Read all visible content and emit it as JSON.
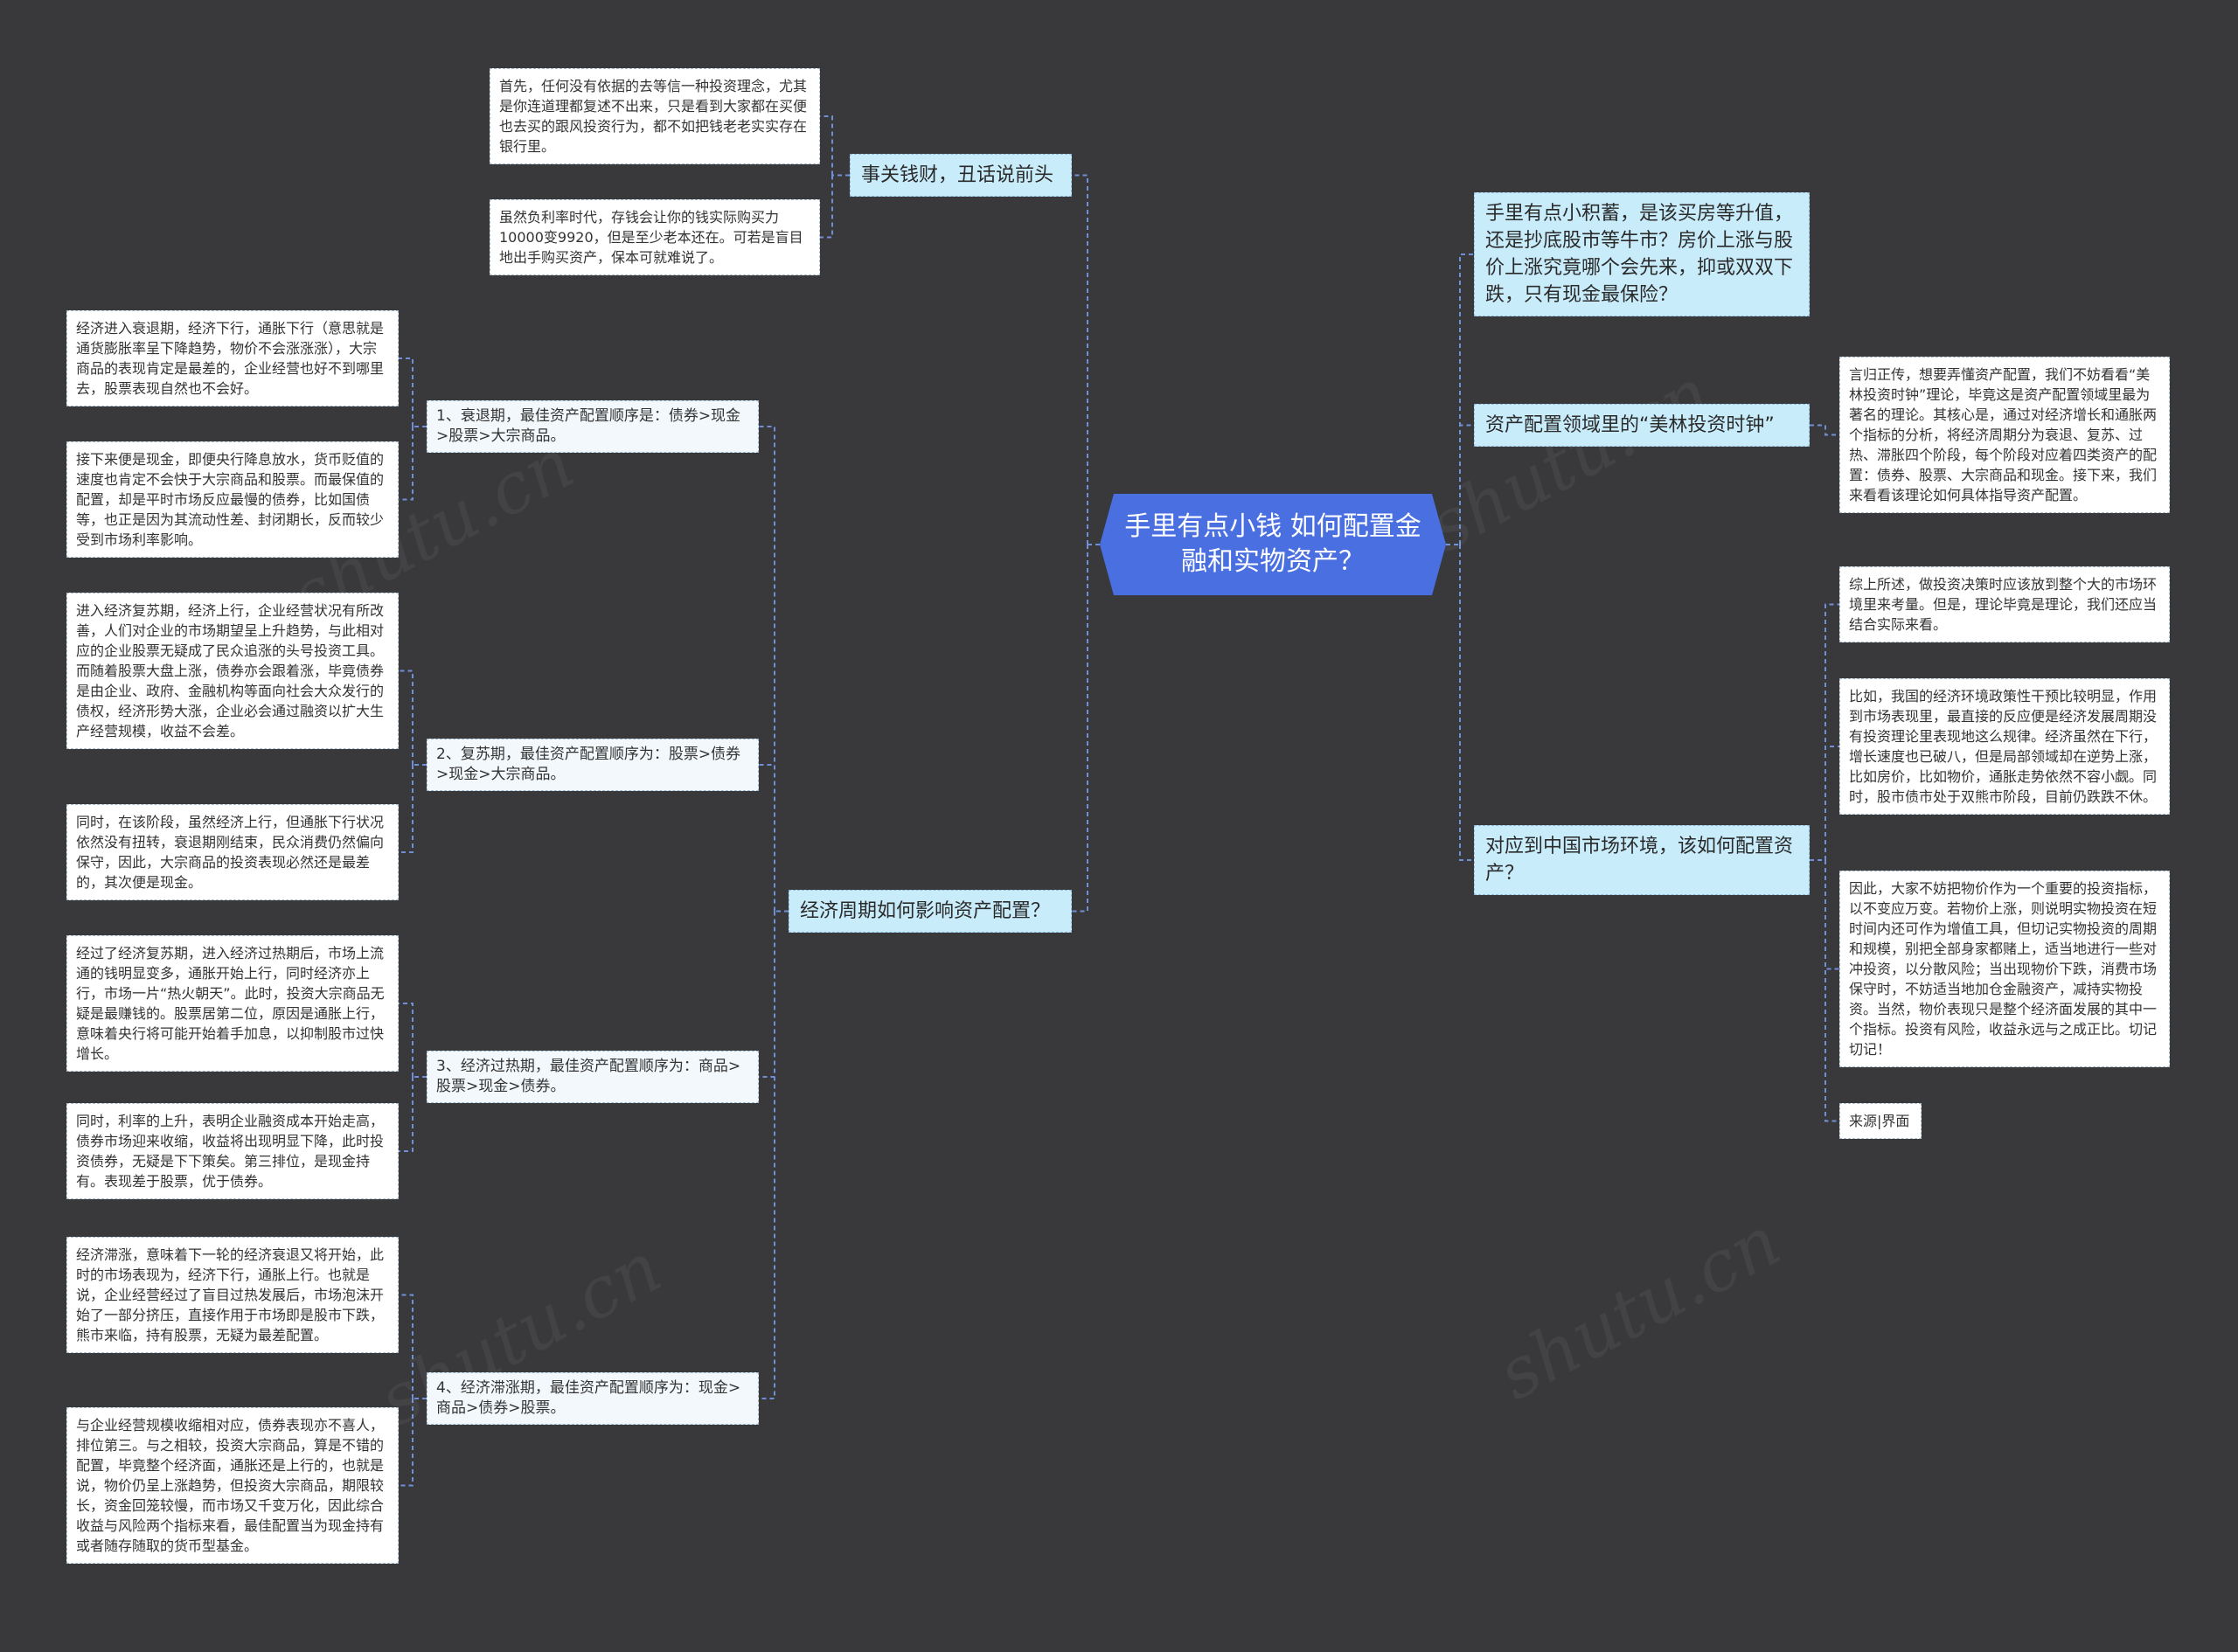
{
  "root": {
    "title": "手里有点小钱 如何配置金融和实物资产？"
  },
  "left": {
    "topic1": {
      "label": "事关钱财，丑话说前头",
      "notes": [
        "首先，任何没有依据的去等信一种投资理念，尤其是你连道理都复述不出来，只是看到大家都在买便也去买的跟风投资行为，都不如把钱老老实实存在银行里。",
        "虽然负利率时代，存钱会让你的钱实际购买力10000变9920，但是至少老本还在。可若是盲目地出手购买资产，保本可就难说了。"
      ]
    },
    "topic2": {
      "label": "经济周期如何影响资产配置？",
      "phases": [
        {
          "label": "1、衰退期，最佳资产配置顺序是：债券>现金>股票>大宗商品。",
          "notes": [
            "经济进入衰退期，经济下行，通胀下行（意思就是通货膨胀率呈下降趋势，物价不会涨涨涨），大宗商品的表现肯定是最差的，企业经营也好不到哪里去，股票表现自然也不会好。",
            "接下来便是现金，即便央行降息放水，货币贬值的速度也肯定不会快于大宗商品和股票。而最保值的配置，却是平时市场反应最慢的债券，比如国债等，也正是因为其流动性差、封闭期长，反而较少受到市场利率影响。"
          ]
        },
        {
          "label": "2、复苏期，最佳资产配置顺序为：股票>债券>现金>大宗商品。",
          "notes": [
            "进入经济复苏期，经济上行，企业经营状况有所改善，人们对企业的市场期望呈上升趋势，与此相对应的企业股票无疑成了民众追涨的头号投资工具。而随着股票大盘上涨，债券亦会跟着涨，毕竟债券是由企业、政府、金融机构等面向社会大众发行的债权，经济形势大涨，企业必会通过融资以扩大生产经营规模，收益不会差。",
            "同时，在该阶段，虽然经济上行，但通胀下行状况依然没有扭转，衰退期刚结束，民众消费仍然偏向保守，因此，大宗商品的投资表现必然还是最差的，其次便是现金。"
          ]
        },
        {
          "label": "3、经济过热期，最佳资产配置顺序为：商品>股票>现金>债券。",
          "notes": [
            "经过了经济复苏期，进入经济过热期后，市场上流通的钱明显变多，通胀开始上行，同时经济亦上行，市场一片“热火朝天”。此时，投资大宗商品无疑是最赚钱的。股票居第二位，原因是通胀上行，意味着央行将可能开始着手加息，以抑制股市过快增长。",
            "同时，利率的上升，表明企业融资成本开始走高，债券市场迎来收缩，收益将出现明显下降，此时投资债券，无疑是下下策矣。第三排位，是现金持有。表现差于股票，优于债券。"
          ]
        },
        {
          "label": "4、经济滞涨期，最佳资产配置顺序为：现金>商品>债券>股票。",
          "notes": [
            "经济滞涨，意味着下一轮的经济衰退又将开始，此时的市场表现为，经济下行，通胀上行。也就是说，企业经营经过了盲目过热发展后，市场泡沫开始了一部分挤压，直接作用于市场即是股市下跌，熊市来临，持有股票，无疑为最差配置。",
            "与企业经营规模收缩相对应，债券表现亦不喜人，排位第三。与之相较，投资大宗商品，算是不错的配置，毕竟整个经济面，通胀还是上行的，也就是说，物价仍呈上涨趋势，但投资大宗商品，期限较长，资金回笼较慢，而市场又千变万化，因此综合收益与风险两个指标来看，最佳配置当为现金持有或者随存随取的货币型基金。"
          ]
        }
      ]
    }
  },
  "right": {
    "topic3": {
      "label": "手里有点小积蓄，是该买房等升值，还是抄底股市等牛市？房价上涨与股价上涨究竟哪个会先来，抑或双双下跌，只有现金最保险？"
    },
    "topic4": {
      "label": "资产配置领域里的“美林投资时钟”",
      "notes": [
        "言归正传，想要弄懂资产配置，我们不妨看看“美林投资时钟”理论，毕竟这是资产配置领域里最为著名的理论。其核心是，通过对经济增长和通胀两个指标的分析，将经济周期分为衰退、复苏、过热、滞胀四个阶段，每个阶段对应着四类资产的配置：债券、股票、大宗商品和现金。接下来，我们来看看该理论如何具体指导资产配置。"
      ]
    },
    "topic5": {
      "label": "对应到中国市场环境，该如何配置资产？",
      "notes": [
        "综上所述，做投资决策时应该放到整个大的市场环境里来考量。但是，理论毕竟是理论，我们还应当结合实际来看。",
        "比如，我国的经济环境政策性干预比较明显，作用到市场表现里，最直接的反应便是经济发展周期没有投资理论里表现地这么规律。经济虽然在下行，增长速度也已破八，但是局部领域却在逆势上涨，比如房价，比如物价，通胀走势依然不容小觑。同时，股市债市处于双熊市阶段，目前仍跌跌不休。",
        "因此，大家不妨把物价作为一个重要的投资指标，以不变应万变。若物价上涨，则说明实物投资在短时间内还可作为增值工具，但切记实物投资的周期和规模，别把全部身家都赌上，适当地进行一些对冲投资，以分散风险；当出现物价下跌，消费市场保守时，不妨适当地加仓金融资产，减持实物投资。当然，物价表现只是整个经济面发展的其中一个指标。投资有风险，收益永远与之成正比。切记切记！",
        "来源|界面"
      ]
    }
  },
  "colors": {
    "background": "#39383b",
    "root": "#4a6fe0",
    "topic": "#c9ecfb",
    "connector": "#6f8fd8"
  }
}
